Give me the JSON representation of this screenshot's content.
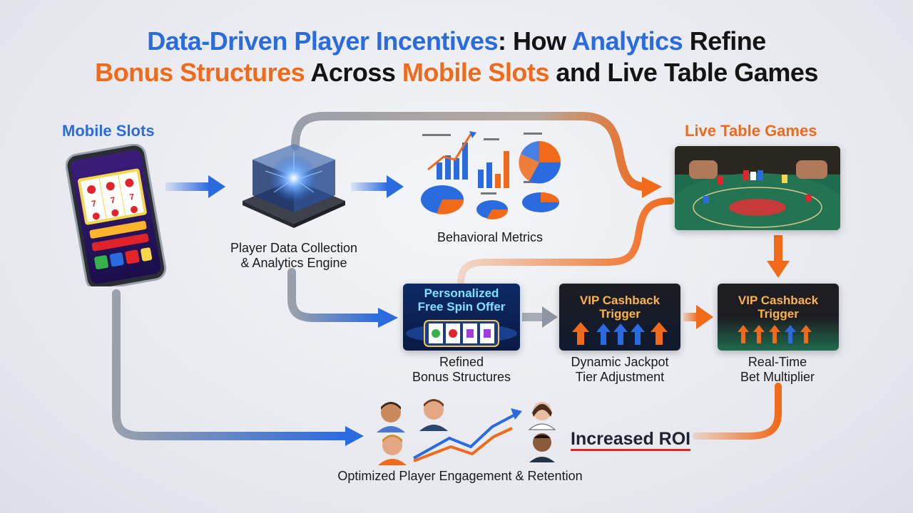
{
  "title": {
    "line1": [
      {
        "text": "Data-Driven Player Incentives",
        "color": "#2a6be0"
      },
      {
        "text": ": How ",
        "color": "#141414"
      },
      {
        "text": "Analytics",
        "color": "#2a6be0"
      },
      {
        "text": " Refine",
        "color": "#141414"
      }
    ],
    "line2": [
      {
        "text": "Bonus Structures",
        "color": "#f06a1a"
      },
      {
        "text": " Across ",
        "color": "#141414"
      },
      {
        "text": "Mobile Slots",
        "color": "#f06a1a"
      },
      {
        "text": " and Live Table Games",
        "color": "#141414"
      }
    ]
  },
  "labels": {
    "mobile_slots": "Mobile Slots",
    "live_table_games": "Live Table Games",
    "engine": "Player Data Collection\n& Analytics Engine",
    "behavioral_metrics": "Behavioral Metrics",
    "refined_bonus": "Refined\nBonus Structures",
    "dynamic_jackpot": "Dynamic Jackpot\nTier Adjustment",
    "bet_multiplier": "Real-Time\nBet Multiplier",
    "increased_roi": "Increased ROI",
    "engagement": "Optimized Player Engagement & Retention"
  },
  "cards": {
    "free_spin": "Personalized\nFree Spin Offer",
    "vip_cashback_1": "VIP Cashback\nTrigger",
    "vip_cashback_2": "VIP Cashback\nTrigger"
  },
  "colors": {
    "blue": "#2a6be0",
    "orange": "#f06a1a",
    "gray_flow": "#9aa0ab",
    "table_green": "#1f6b4e",
    "roi_underline": "#e2261f"
  },
  "icons": [
    "smartphone-slot-icon",
    "ai-chip-icon",
    "charts-icon",
    "casino-table-icon",
    "slot-reels-icon",
    "players-icon",
    "growth-chart-icon"
  ]
}
